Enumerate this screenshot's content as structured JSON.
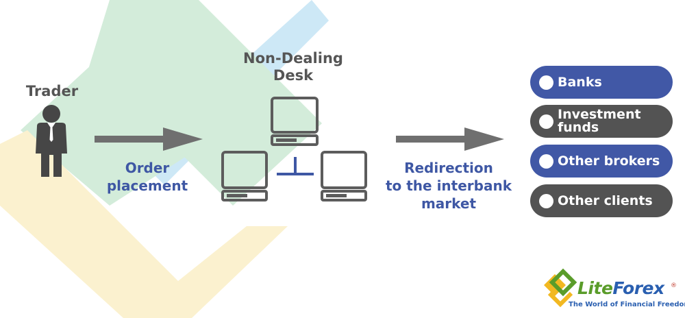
{
  "diagram": {
    "trader_label": "Trader",
    "order_label_line1": "Order",
    "order_label_line2": "placement",
    "ndd_label_line1": "Non-Dealing",
    "ndd_label_line2": "Desk",
    "redirection_line1": "Redirection",
    "redirection_line2": "to the interbank",
    "redirection_line3": "market",
    "destinations": [
      {
        "label_line1": "Banks",
        "label_line2": "",
        "color": "#4158a6"
      },
      {
        "label_line1": "Investment",
        "label_line2": "funds",
        "color": "#535353"
      },
      {
        "label_line1": "Other brokers",
        "label_line2": "",
        "color": "#4158a6"
      },
      {
        "label_line1": "Other clients",
        "label_line2": "",
        "color": "#535353"
      }
    ]
  },
  "logo": {
    "brand_part1": "Lite",
    "brand_part2": "Forex",
    "registered_mark": "®",
    "tagline": "The World of Financial Freedom"
  },
  "colors": {
    "accent_blue": "#3e57a4",
    "dark_gray": "#535353",
    "band_green": "#cfe9d6",
    "band_blue": "#cde8f6",
    "band_yellow": "#fbf1cf"
  }
}
